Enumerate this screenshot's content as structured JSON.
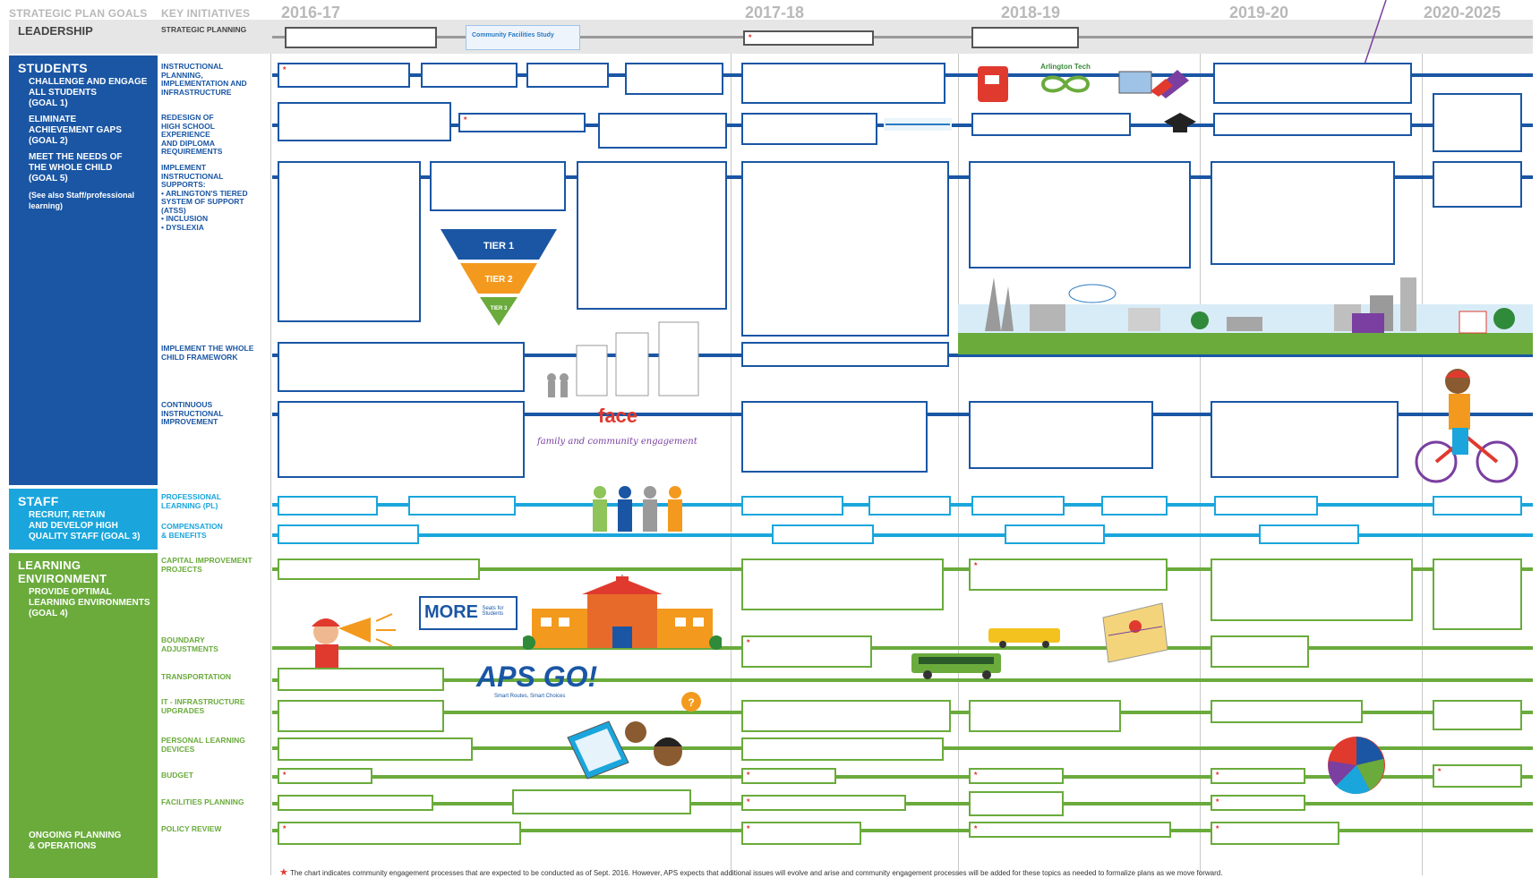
{
  "headers": {
    "goals": "STRATEGIC PLAN GOALS",
    "initiatives": "KEY INITIATIVES",
    "years": [
      "2016-17",
      "2017-18",
      "2018-19",
      "2019-20",
      "2020-2025"
    ]
  },
  "bands": {
    "leadership": {
      "title": "LEADERSHIP",
      "initiative": "STRATEGIC PLANNING"
    },
    "students": {
      "title": "STUDENTS",
      "goals": [
        "CHALLENGE AND ENGAGE\nALL STUDENTS\n(GOAL 1)",
        "ELIMINATE\nACHIEVEMENT GAPS\n(GOAL 2)",
        "MEET THE NEEDS OF\nTHE WHOLE CHILD\n(GOAL 5)",
        "(See also Staff/professional\nlearning)"
      ]
    },
    "staff": {
      "title": "STAFF",
      "goal": "RECRUIT, RETAIN\nAND DEVELOP HIGH\nQUALITY STAFF (GOAL 3)"
    },
    "learning": {
      "title": "LEARNING ENVIRONMENT",
      "goal": "PROVIDE OPTIMAL\nLEARNING ENVIRONMENTS\n(GOAL 4)",
      "ongoing": "ONGOING PLANNING\n& OPERATIONS"
    }
  },
  "initiatives": {
    "instructional": "INSTRUCTIONAL\nPLANNING,\nIMPLEMENTATION AND\nINFRASTRUCTURE",
    "redesign": "REDESIGN OF\nHIGH SCHOOL EXPERIENCE\nAND DIPLOMA\nREQUIREMENTS",
    "implement": "IMPLEMENT\nINSTRUCTIONAL\nSUPPORTS:\n• ARLINGTON'S TIERED\n  SYSTEM OF SUPPORT\n  (ATSS)\n• INCLUSION\n• DYSLEXIA",
    "whole_child": "IMPLEMENT THE WHOLE\nCHILD FRAMEWORK",
    "continuous": "CONTINUOUS\nINSTRUCTIONAL\nIMPROVEMENT",
    "professional": "PROFESSIONAL\nLEARNING (PL)",
    "compensation": "COMPENSATION\n& BENEFITS",
    "capital": "CAPITAL IMPROVEMENT\nPROJECTS",
    "boundary": "BOUNDARY\nADJUSTMENTS",
    "transportation": "TRANSPORTATION",
    "it_infra": "IT - INFRASTRUCTURE\nUPGRADES",
    "personal_devices": "PERSONAL LEARNING\nDEVICES",
    "budget": "BUDGET",
    "facilities": "FACILITIES PLANNING",
    "policy": "POLICY REVIEW"
  },
  "graphics": {
    "tier1": "TIER 1",
    "tier2": "TIER 2",
    "tier3": "TIER 3",
    "face": "face",
    "face_caption": "family and community engagement",
    "more_seats": "MORE",
    "more_seats_sub": "Seats for\nStudents",
    "aps_go": "APS GO!",
    "aps_go_sub": "Smart Routes, Smart Choices",
    "cfs_title": "Community Facilities Study",
    "arlington_tech": "Arlington Tech"
  },
  "footnote": "The chart indicates community engagement processes that are expected to be conducted as of Sept. 2016. However, APS expects that additional issues will evolve and arise and community engagement processes will be added for these topics as needed to formalize plans as we move forward.",
  "colors": {
    "navy": "#1a56a4",
    "cyan": "#1aa6dc",
    "green": "#6aab3c",
    "orange": "#f39a1e",
    "red": "#e03a2f",
    "gray_header": "#b9b9b9"
  }
}
